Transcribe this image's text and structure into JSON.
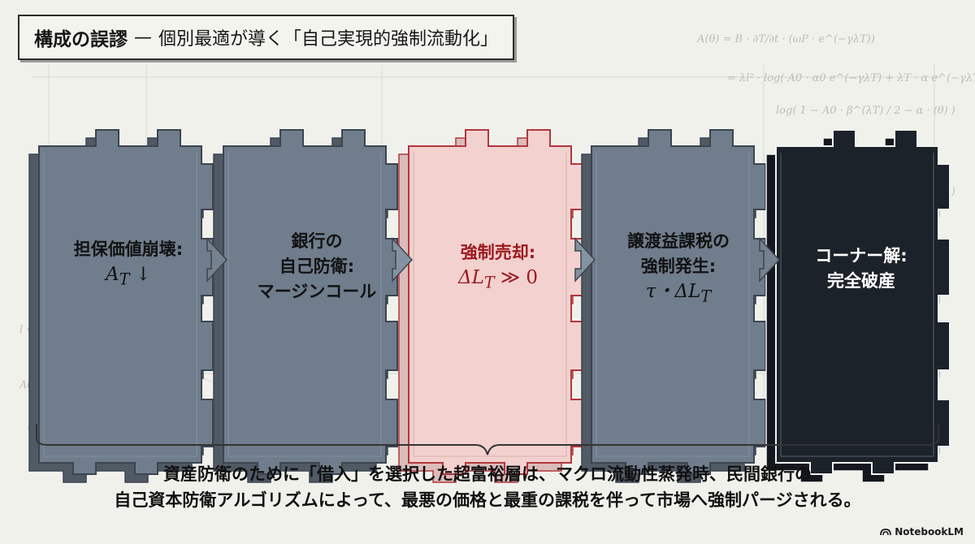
{
  "title": {
    "main": "構成の誤謬",
    "dash": "—",
    "sub": "個別最適が導く「自己実現的強制流動化」"
  },
  "blocks": [
    {
      "line1": "担保価値崩壊:",
      "line2": "A",
      "sub": "T",
      "line2_suffix": " ↓",
      "color": "#6f7d8c"
    },
    {
      "line1": "銀行の",
      "line2": "自己防衛:",
      "line3": "マージンコール",
      "color": "#6f7d8c"
    },
    {
      "line1": "強制売却:",
      "line2": "ΔL",
      "sub": "T",
      "line2_suffix": " ≫ 0",
      "color": "#f3d1cf"
    },
    {
      "line1": "譲渡益課税の",
      "line2": "強制発生:",
      "line3": "τ・ΔL",
      "sub": "T",
      "color": "#6f7d8c"
    },
    {
      "line1": "コーナー解:",
      "line2": "完全破産",
      "color": "#1c222a"
    }
  ],
  "caption": {
    "line1": "資産防衛のために「借入」を選択した超富裕層は、マクロ流動性蒸発時、民間銀行の",
    "line2": "自己資本防衛アルゴリズムによって、最悪の価格と最重の課税を伴って市場へ強制パージされる。"
  },
  "brand": "NotebookLM",
  "brand_icon": "notebooklm-logo-icon"
}
